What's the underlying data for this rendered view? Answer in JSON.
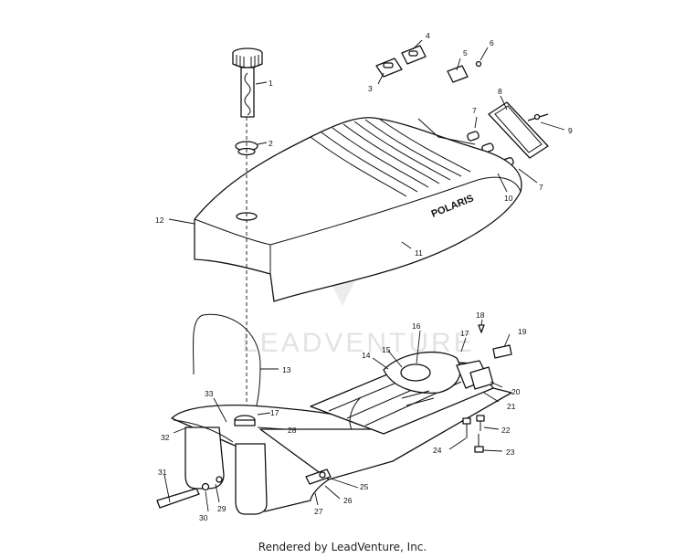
{
  "brand_label": "POLARIS",
  "watermark": "LEADVENTURE",
  "footer": "Rendered by LeadVenture, Inc.",
  "callouts": [
    "1",
    "2",
    "3",
    "4",
    "5",
    "6",
    "7",
    "7",
    "8",
    "9",
    "10",
    "11",
    "12",
    "13",
    "14",
    "15",
    "16",
    "17",
    "17",
    "18",
    "19",
    "20",
    "21",
    "22",
    "23",
    "24",
    "25",
    "26",
    "27",
    "28",
    "29",
    "30",
    "31",
    "32",
    "33"
  ]
}
